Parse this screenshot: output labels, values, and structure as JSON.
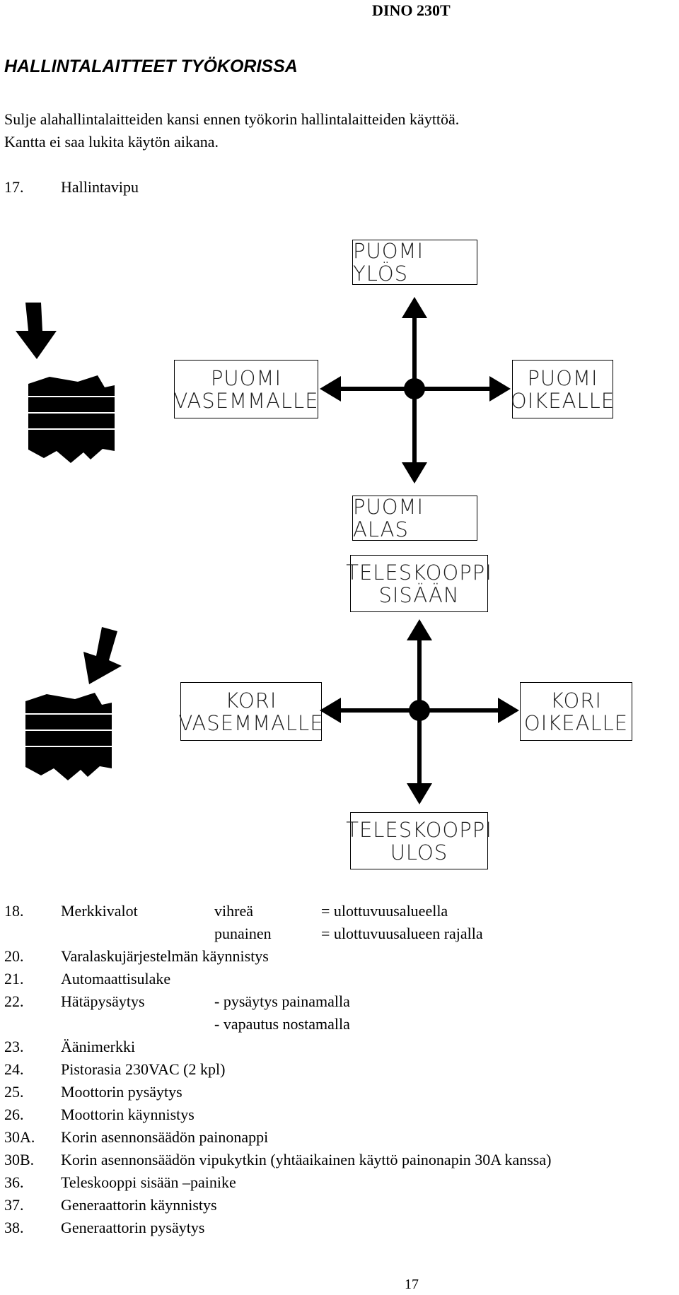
{
  "header": {
    "doc_code": "DINO 230T"
  },
  "section": {
    "title": "HALLINTALAITTEET TYÖKORISSA",
    "intro_line1": "Sulje alahallintalaitteiden kansi ennen työkorin hallintalaitteiden käyttöä.",
    "intro_line2": "Kantta ei saa lukita käytön aikana."
  },
  "item17": {
    "number": "17.",
    "label": "Hallintavipu"
  },
  "diagram": {
    "upper": {
      "up": "PUOMI YLÖS",
      "left_l1": "PUOMI",
      "left_l2": "VASEMMALLE",
      "right_l1": "PUOMI",
      "right_l2": "OIKEALLE",
      "down": "PUOMI ALAS"
    },
    "lower": {
      "up_l1": "TELESKOOPPI",
      "up_l2": "SISÄÄN",
      "left_l1": "KORI",
      "left_l2": "VASEMMALLE",
      "right_l1": "KORI",
      "right_l2": "OIKEALLE",
      "down_l1": "TELESKOOPPI",
      "down_l2": "ULOS"
    }
  },
  "list": [
    {
      "num": "18.",
      "label": "Merkkivalot",
      "c2": "vihreä",
      "c3": "= ulottuvuusalueella"
    },
    {
      "num": "",
      "label": "",
      "c2": "punainen",
      "c3": "= ulottuvuusalueen rajalla"
    },
    {
      "num": "20.",
      "label": "Varalaskujärjestelmän käynnistys"
    },
    {
      "num": "21.",
      "label": "Automaattisulake"
    },
    {
      "num": "22.",
      "label": "Hätäpysäytys",
      "c2": "- pysäytys painamalla"
    },
    {
      "num": "",
      "label": "",
      "c2": "- vapautus nostamalla"
    },
    {
      "num": "23.",
      "label": "Äänimerkki"
    },
    {
      "num": "24.",
      "label": "Pistorasia 230VAC (2 kpl)"
    },
    {
      "num": "25.",
      "label": "Moottorin pysäytys"
    },
    {
      "num": "26.",
      "label": "Moottorin käynnistys"
    },
    {
      "num": "30A.",
      "label": "Korin asennonsäädön painonappi"
    },
    {
      "num": "30B.",
      "label": "Korin asennonsäädön vipukytkin (yhtäaikainen käyttö painonapin 30A kanssa)"
    },
    {
      "num": "36.",
      "label": "Teleskooppi sisään –painike"
    },
    {
      "num": "37.",
      "label": "Generaattorin käynnistys"
    },
    {
      "num": "38.",
      "label": "Generaattorin pysäytys"
    }
  ],
  "footer": {
    "page_number": "17"
  }
}
